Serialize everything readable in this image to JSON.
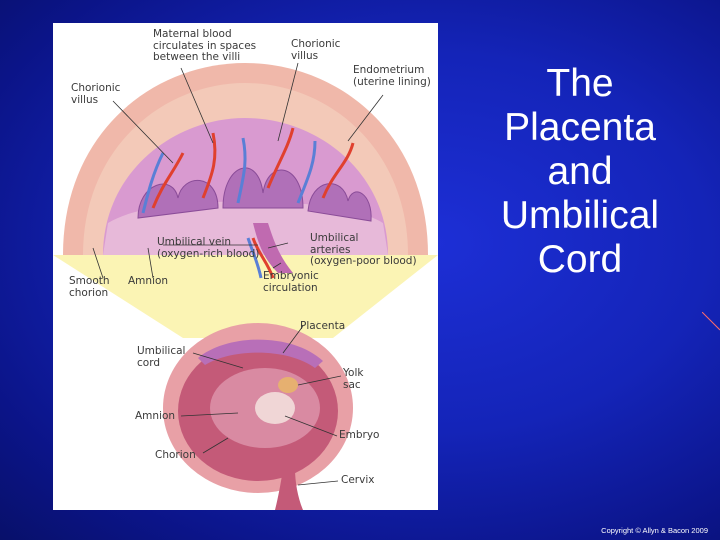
{
  "slide": {
    "title_lines": [
      "The",
      "Placenta",
      "and",
      "Umbilical",
      "Cord"
    ],
    "copyright": "Copyright © Allyn & Bacon 2009"
  },
  "figure": {
    "labels": {
      "maternal_blood": "Maternal blood\ncirculates in spaces\nbetween the villi",
      "chorionic_villus_top": "Chorionic\nvillus",
      "endometrium": "Endometrium\n(uterine lining)",
      "chorionic_villus_left": "Chorionic\nvillus",
      "umbilical_vein": "Umbilical vein\n(oxygen-rich blood)",
      "umbilical_arteries": "Umbilical\narteries\n(oxygen-poor blood)",
      "smooth_chorion": "Smooth\nchorion",
      "amnion_top": "Amnion",
      "embryonic_circulation": "Embryonic\ncirculation",
      "placenta": "Placenta",
      "umbilical_cord": "Umbilical\ncord",
      "yolk_sac": "Yolk\nsac",
      "amnion_bottom": "Amnion",
      "embryo": "Embryo",
      "chorion": "Chorion",
      "cervix": "Cervix"
    }
  },
  "colors": {
    "background": "#1424b8",
    "arteries": "#e0402e",
    "veins": "#5a7fd6",
    "placenta_tissue": "#c98fc8",
    "uterine_wall": "#e8a8a0",
    "highlight_cone": "#fbf4b4"
  }
}
